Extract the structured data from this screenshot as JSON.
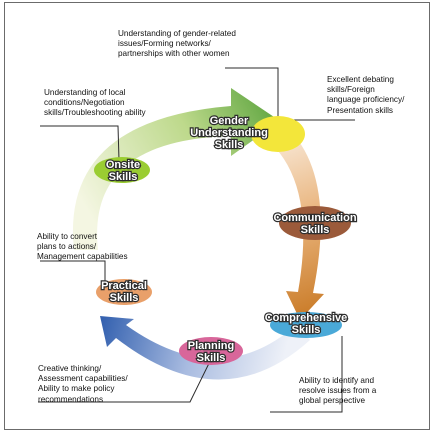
{
  "diagram": {
    "skills": [
      {
        "id": "gender",
        "line1": "Gender",
        "line2": "Understanding",
        "line3": "Skills",
        "color": "#f3e63a"
      },
      {
        "id": "communication",
        "line1": "Communication",
        "line2": "Skills",
        "line3": "",
        "color": "#9b5a3a"
      },
      {
        "id": "comprehensive",
        "line1": "Comprehensive",
        "line2": "Skills",
        "line3": "",
        "color": "#4aa9d8"
      },
      {
        "id": "planning",
        "line1": "Planning",
        "line2": "Skills",
        "line3": "",
        "color": "#d8669a"
      },
      {
        "id": "practical",
        "line1": "Practical",
        "line2": "Skills",
        "line3": "",
        "color": "#e9a06a"
      },
      {
        "id": "onsite",
        "line1": "Onsite",
        "line2": "Skills",
        "line3": "",
        "color": "#9acd32"
      }
    ],
    "notes": {
      "gender": "Understanding of gender-related\nissues/Forming networks/\npartnerships with other women",
      "communication": "Excellent debating\nskills/Foreign\nlanguage proficiency/\nPresentation skills",
      "onsite": "Understanding of local\nconditions/Negotiation\nskills/Troubleshooting ability",
      "practical": "Ability to convert\nplans to actions/\nManagement capabilities",
      "planning": "Creative thinking/\nAssessment capabilities/\nAbility to make policy\nrecommendations",
      "comprehensive": "Ability to identify and\nresolve issues from a\nglobal perspective"
    },
    "arc_colors": {
      "green": "#57a33c",
      "orange": "#d0822c",
      "blue": "#3d6bb4"
    }
  }
}
